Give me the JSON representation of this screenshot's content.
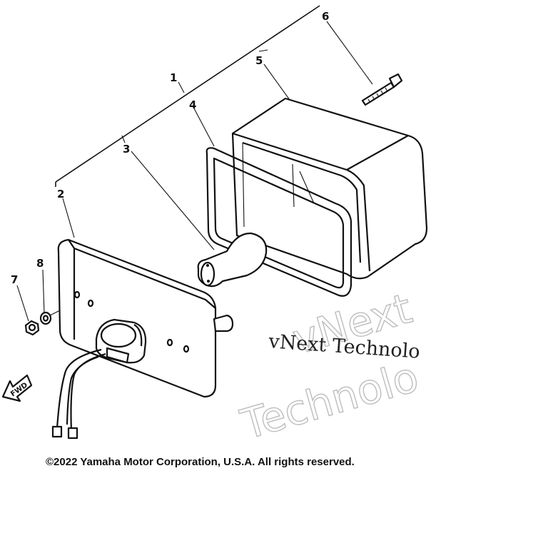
{
  "callouts": {
    "c1": "1",
    "c2": "2",
    "c3": "3",
    "c4": "4",
    "c5": "5",
    "c6": "6",
    "c7": "7",
    "c8": "8"
  },
  "direction_marker": "FWD",
  "watermark": {
    "line_main": "vNext Technolo",
    "outline_line1": "vNext",
    "outline_line2": "Technolo"
  },
  "copyright": "©2022 Yamaha Motor Corporation, U.S.A. All rights reserved."
}
